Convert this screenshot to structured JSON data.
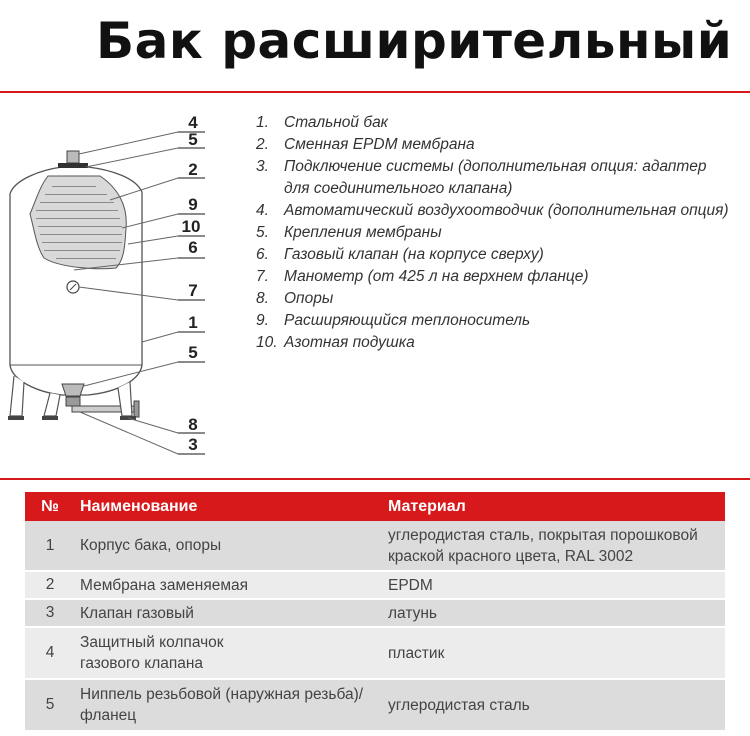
{
  "title": "Бак расширительный",
  "colors": {
    "accent": "#d7191c",
    "row_odd": "#dcdcdc",
    "row_even": "#ececec"
  },
  "callouts": [
    "4",
    "5",
    "2",
    "9",
    "10",
    "6",
    "7",
    "1",
    "5",
    "8",
    "3"
  ],
  "legend": [
    {
      "num": "1.",
      "text": "Стальной бак"
    },
    {
      "num": "2.",
      "text": "Сменная EPDM мембрана"
    },
    {
      "num": "3.",
      "text": "Подключение системы (дополнительная опция: адаптер для соединительного клапана)"
    },
    {
      "num": "4.",
      "text": "Автоматический воздухоотводчик (дополнительная опция)"
    },
    {
      "num": "5.",
      "text": "Крепления мембраны"
    },
    {
      "num": "6.",
      "text": "Газовый клапан (на корпусе сверху)"
    },
    {
      "num": "7.",
      "text": "Манометр (от 425 л на верхнем фланце)"
    },
    {
      "num": "8.",
      "text": "Опоры"
    },
    {
      "num": "9.",
      "text": "Расширяющийся теплоноситель"
    },
    {
      "num": "10.",
      "text": "Азотная подушка"
    }
  ],
  "table": {
    "headers": {
      "num": "№",
      "name": "Наименование",
      "material": "Материал"
    },
    "rows": [
      {
        "num": "1",
        "name_lines": [
          "Корпус бака, опоры"
        ],
        "material_lines": [
          "углеродистая сталь, покрытая порошковой",
          "краской красного цвета, RAL 3002"
        ]
      },
      {
        "num": "2",
        "name_lines": [
          "Мембрана заменяемая"
        ],
        "material_lines": [
          "EPDM"
        ]
      },
      {
        "num": "3",
        "name_lines": [
          "Клапан газовый"
        ],
        "material_lines": [
          "латунь"
        ]
      },
      {
        "num": "4",
        "name_lines": [
          "Защитный колпачок",
          "газового клапана"
        ],
        "material_lines": [
          "пластик"
        ]
      },
      {
        "num": "5",
        "name_lines": [
          "Ниппель резьбовой (наружная резьба)/",
          "фланец"
        ],
        "material_lines": [
          "углеродистая сталь"
        ]
      }
    ]
  }
}
